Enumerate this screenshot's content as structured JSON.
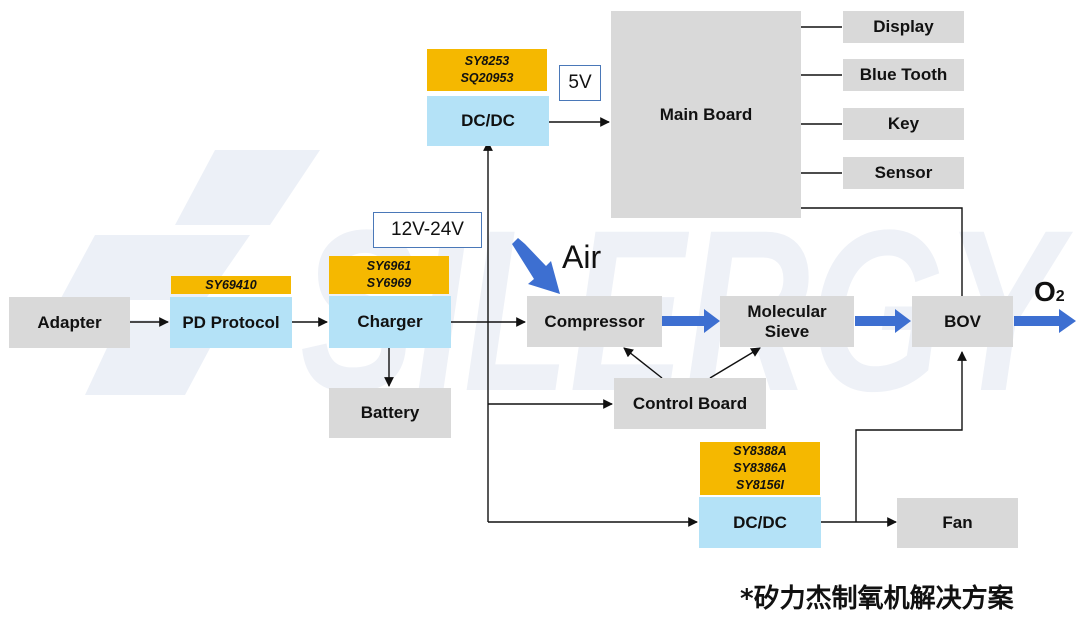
{
  "watermark": {
    "text": "SILERGY"
  },
  "blocks": {
    "adapter": "Adapter",
    "pd_protocol": "PD Protocol",
    "charger": "Charger",
    "battery": "Battery",
    "dcdc_top": "DC/DC",
    "main_board": "Main Board",
    "display": "Display",
    "bluetooth": "Blue Tooth",
    "key": "Key",
    "sensor": "Sensor",
    "compressor": "Compressor",
    "molecular_sieve": [
      "Molecular",
      "Sieve"
    ],
    "bov": "BOV",
    "control_board": "Control Board",
    "dcdc_bottom": "DC/DC",
    "fan": "Fan"
  },
  "chips": {
    "pd": [
      "SY69410"
    ],
    "charger": [
      "SY6961",
      "SY6969"
    ],
    "dcdc_top": [
      "SY8253",
      "SQ20953"
    ],
    "dcdc_bottom": [
      "SY8388A",
      "SY8386A",
      "SY8156I"
    ]
  },
  "voltages": {
    "v5": "5V",
    "v12_24": "12V-24V"
  },
  "labels": {
    "air": "Air",
    "o2_main": "O",
    "o2_sub": "2"
  },
  "footer": "*矽力杰制氧机解决方案",
  "colors": {
    "block_gray": "#d9d9d9",
    "block_blue": "#b4e2f7",
    "chip_orange": "#f5b800",
    "flow_arrow": "#3d6fd1"
  }
}
